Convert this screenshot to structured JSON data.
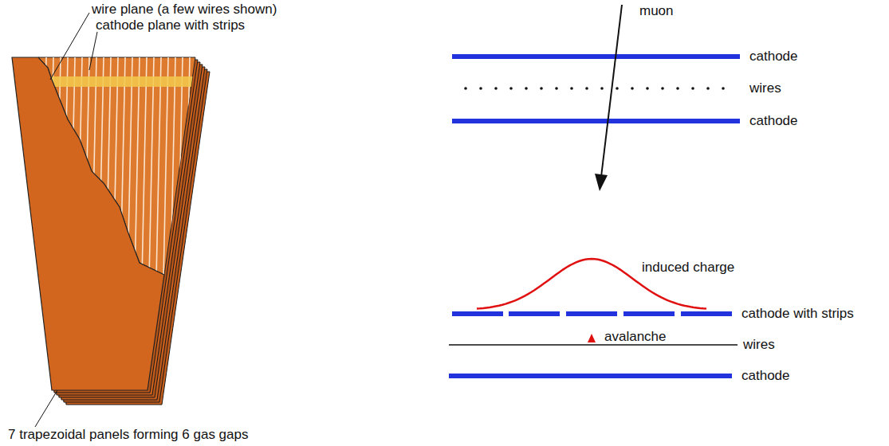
{
  "diagram": {
    "labels": [
      "wire plane (a few wires shown)",
      "cathode plane with strips",
      "7 trapezoidal panels forming 6 gas gaps",
      "muon",
      "cathode",
      "wires",
      "cathode",
      "induced charge",
      "cathode with strips",
      "avalanche",
      "wires",
      "cathode"
    ]
  }
}
